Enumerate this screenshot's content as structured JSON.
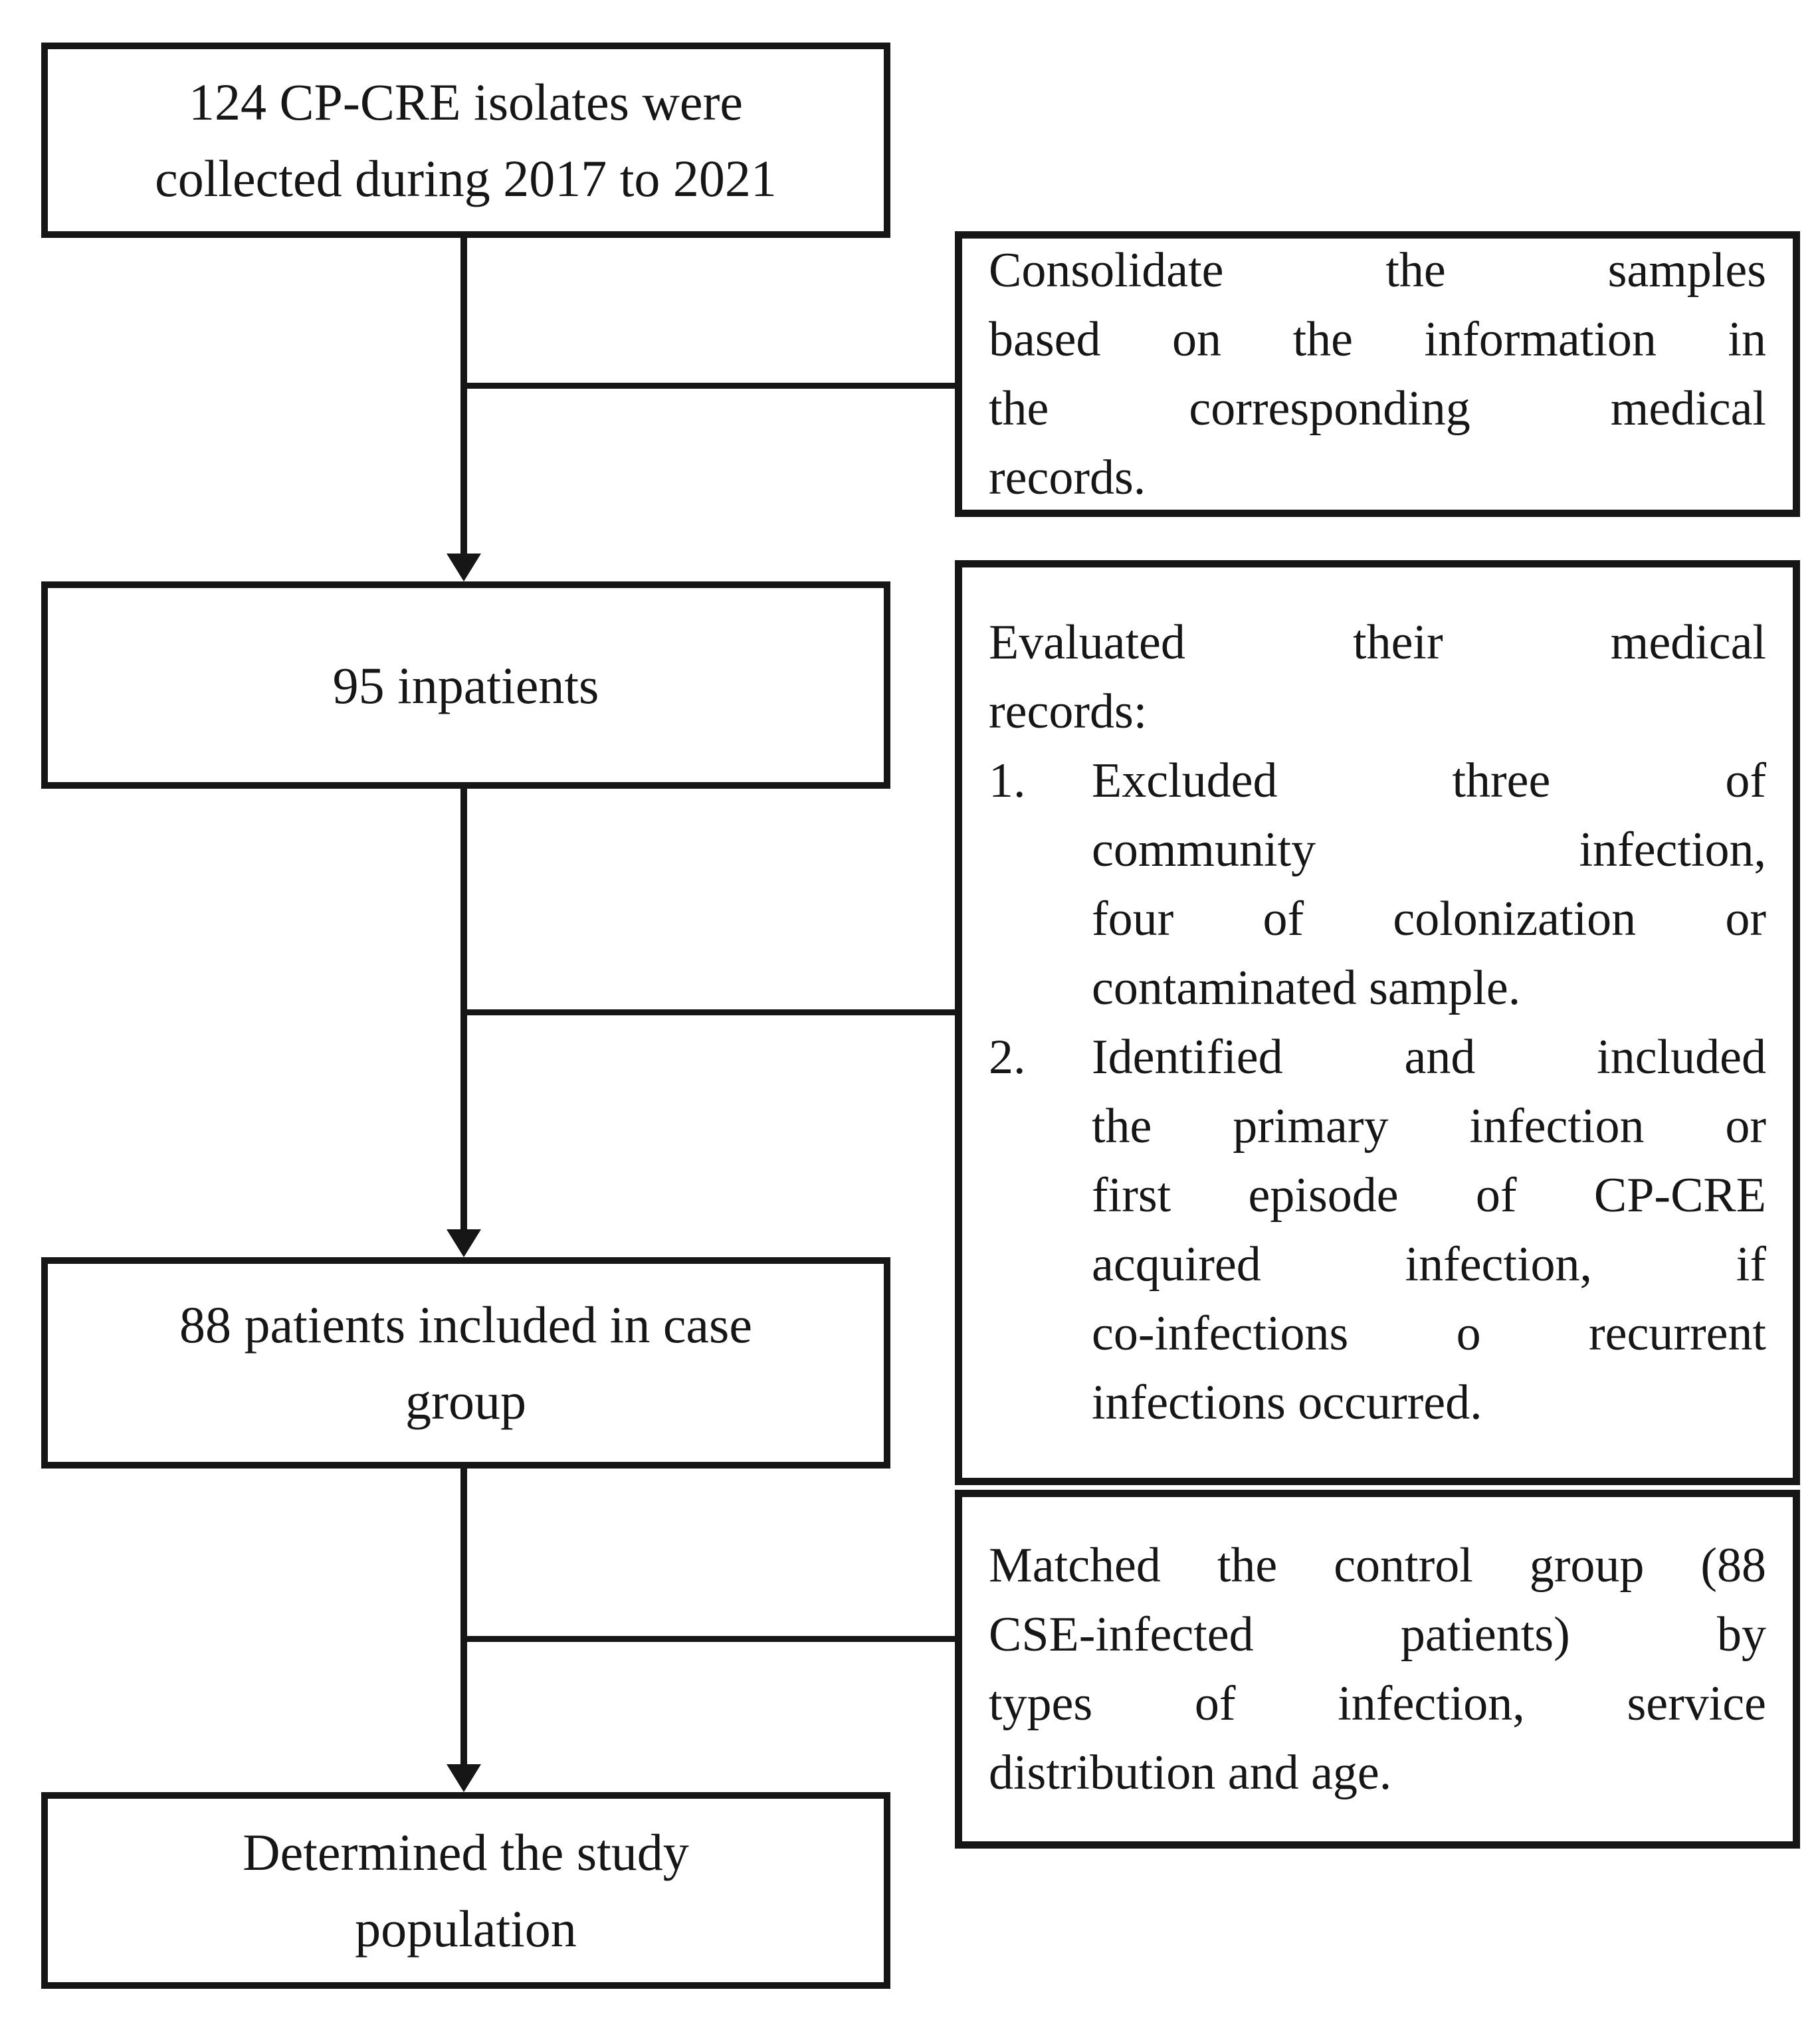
{
  "flowchart": {
    "colors": {
      "ink": "#161616",
      "background": "#ffffff"
    },
    "main_boxes": [
      {
        "text": "124 CP-CRE isolates were\ncollected during 2017 to 2021"
      },
      {
        "text": "95 inpatients"
      },
      {
        "text": "88 patients included in case\ngroup"
      },
      {
        "text": "Determined the study\npopulation"
      }
    ],
    "side_boxes": [
      {
        "lines": [
          "Consolidate the samples",
          "based on the information in",
          "the corresponding medical",
          "records."
        ]
      },
      {
        "intro_lines": [
          "Evaluated their medical",
          "records:"
        ],
        "items": [
          {
            "number": "1.",
            "lines": [
              "Excluded three of",
              "community infection,",
              "four of colonization or",
              "contaminated sample."
            ]
          },
          {
            "number": "2.",
            "lines": [
              "Identified and included",
              "the primary infection or",
              "first episode of CP-CRE",
              "acquired infection, if",
              "co-infections o recurrent",
              "infections occurred."
            ]
          }
        ]
      },
      {
        "lines": [
          "Matched the control group (88",
          "CSE-infected patients) by",
          "types of infection, service",
          "distribution and age."
        ]
      }
    ]
  }
}
